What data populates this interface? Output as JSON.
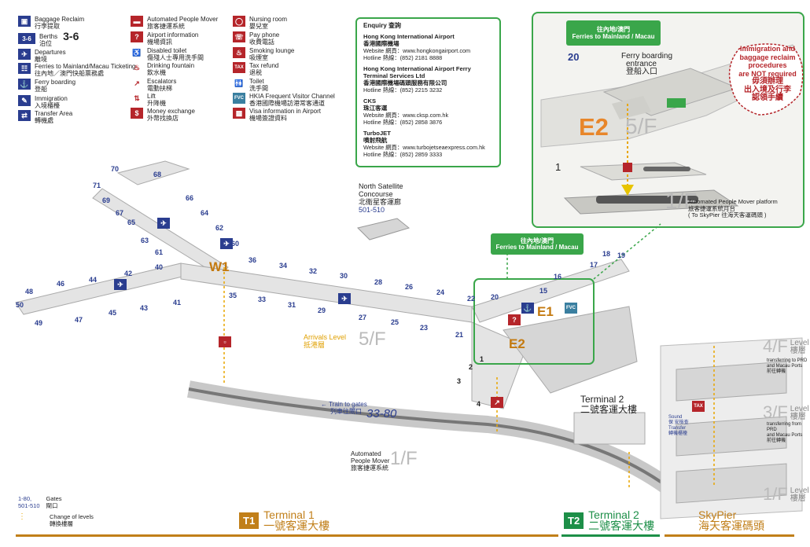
{
  "legend": {
    "col1": [
      {
        "icon": "baggage-icon",
        "en": "Baggage Reclaim",
        "zh": "行李提取"
      },
      {
        "icon": "berths-icon",
        "glyph": "3-6",
        "en": "Berths",
        "zh": "泊位",
        "extra": "3-6"
      },
      {
        "icon": "departures-icon",
        "en": "Departures",
        "zh": "離境"
      },
      {
        "icon": "ferries-ticketing-icon",
        "en": "Ferries to Mainland/Macau Ticketing",
        "zh": "往內地／澳門快船票務處"
      },
      {
        "icon": "ferry-boarding-icon",
        "en": "Ferry boarding",
        "zh": "登船"
      },
      {
        "icon": "immigration-icon",
        "en": "Immigration",
        "zh": "入境櫃檯"
      },
      {
        "icon": "transfer-area-icon",
        "en": "Transfer Area",
        "zh": "轉機處"
      }
    ],
    "col2": [
      {
        "icon": "apm-icon",
        "en": "Automated People Mover",
        "zh": "旅客捷運系統"
      },
      {
        "icon": "info-icon",
        "en": "Airport information",
        "zh": "機場資訊"
      },
      {
        "icon": "disabled-toilet-icon",
        "en": "Disabled toilet",
        "zh": "傷殘人士專用洗手間"
      },
      {
        "icon": "drinking-fountain-icon",
        "en": "Drinking fountain",
        "zh": "飲水機"
      },
      {
        "icon": "escalator-icon",
        "en": "Escalators",
        "zh": "電動扶梯"
      },
      {
        "icon": "lift-icon",
        "en": "Lift",
        "zh": "升降機"
      },
      {
        "icon": "money-exchange-icon",
        "en": "Money exchange",
        "zh": "外幣找換店"
      }
    ],
    "col3": [
      {
        "icon": "nursing-room-icon",
        "en": "Nursing room",
        "zh": "嬰兒室"
      },
      {
        "icon": "pay-phone-icon",
        "en": "Pay phone",
        "zh": "收費電話"
      },
      {
        "icon": "smoking-lounge-icon",
        "en": "Smoking lounge",
        "zh": "吸煙室"
      },
      {
        "icon": "tax-refund-icon",
        "glyph": "TAX",
        "en": "Tax refund",
        "zh": "退税"
      },
      {
        "icon": "toilet-icon",
        "en": "Toilet",
        "zh": "洗手間"
      },
      {
        "icon": "fvc-icon",
        "glyph": "FVC",
        "en": "HKIA Frequent Visitor Channel",
        "zh": "香港國際機場訪港常客通道"
      },
      {
        "icon": "visa-info-icon",
        "en": "Visa information in Airport",
        "zh": "機場簽證資料"
      }
    ]
  },
  "enquiry": {
    "title": "Enquiry 查詢",
    "sections": [
      {
        "name": "Hong Kong International Airport",
        "zh": "香港國際機場",
        "website": "Website 網頁：www.hongkongairport.com",
        "hotline": "Hotline 熱線：(852) 2181 8888"
      },
      {
        "name": "Hong Kong International Airport Ferry Terminal Services Ltd",
        "zh": "香港國際機場碼頭服務有限公司",
        "website": "",
        "hotline": "Hotline 熱線：(852) 2215 3232"
      },
      {
        "name": "CKS",
        "zh": "珠江客運",
        "website": "Website 網頁：www.cksp.com.hk",
        "hotline": "Hotline 熱線：(852) 2858 3876"
      },
      {
        "name": "TurboJET",
        "zh": "噴射飛航",
        "website": "Website 網頁：www.turbojetseaexpress.com.hk",
        "hotline": "Hotline 熱線：(852) 2859 3333"
      }
    ]
  },
  "zoom": {
    "gate": "20",
    "ferry_entrance_en": "Ferry boarding",
    "ferry_entrance_en2": "entrance",
    "ferry_entrance_zh": "登船入口",
    "e2": "E2",
    "level5": "5/F",
    "level1": "1/F",
    "gate1": "1",
    "apm_platform_en": "Automated People Mover platform",
    "apm_platform_zh": "旅客捷運系統月台",
    "apm_platform_note": "( To SkyPier 往海天客運碼頭 )",
    "bubble_en1": "Immigration and",
    "bubble_en2": "baggage reclaim",
    "bubble_en3": "procedures",
    "bubble_en4": "are NOT required",
    "bubble_zh1": "毋須辦理",
    "bubble_zh2": "出入境及行李",
    "bubble_zh3": "認領手續"
  },
  "ferries_sign": {
    "zh": "往內地/澳門",
    "en": "Ferries to",
    "en2": "Mainland / Macau"
  },
  "north_satellite": {
    "en1": "North Satellite",
    "en2": "Concourse",
    "zh": "北衞星客運廊",
    "gates": "501-510"
  },
  "map_labels": {
    "w1": "W1",
    "e1": "E1",
    "e2": "E2",
    "arrivals_en": "Arrivals Level",
    "arrivals_zh": "抵港層",
    "arrivals_level": "5/F",
    "train_en": "Train to gates",
    "train_zh": "列車往閘口",
    "train_range": "33-80",
    "apm_en1": "Automated",
    "apm_en2": "People Mover",
    "apm_zh": "旅客捷運系統",
    "apm_level": "1/F",
    "t2_en": "Terminal 2",
    "t2_zh": "二號客運大樓",
    "skypier_4f": "4/F",
    "skypier_3f": "3/F",
    "skypier_1f": "1/F",
    "level_en": "Level",
    "level_zh": "樓層",
    "to_prd_en": "transferring to PRD",
    "to_prd_en2": "and Macau Ports",
    "to_prd_zh": "前往轉機",
    "from_prd_en": "transferring from PRD",
    "from_prd_en2": "and Macau Ports",
    "from_prd_zh": "前往轉機",
    "sound_en": "Sound",
    "sound_zh": "保 安檢查",
    "transfer_en": "Transfer",
    "transfer_zh": "轉機櫃檯"
  },
  "gates": [
    "70",
    "68",
    "71",
    "69",
    "66",
    "67",
    "65",
    "64",
    "63",
    "62",
    "61",
    "60",
    "36",
    "34",
    "32",
    "30",
    "28",
    "26",
    "24",
    "22",
    "40",
    "42",
    "44",
    "46",
    "48",
    "50",
    "49",
    "47",
    "45",
    "43",
    "41",
    "35",
    "33",
    "31",
    "29",
    "27",
    "25",
    "23",
    "21",
    "20",
    "17",
    "18",
    "19",
    "16",
    "15",
    "1",
    "2",
    "3",
    "4"
  ],
  "bottom_legend": {
    "gates_label": "Gates",
    "gates_zh": "閘口",
    "gates_ranges1": "1-80,",
    "gates_ranges2": "501-510",
    "change_en": "Change of levels",
    "change_zh": "轉換樓層"
  },
  "terminals": [
    {
      "num": "T1",
      "en": "Terminal 1",
      "zh": "一號客運大樓",
      "color": "#c17f19"
    },
    {
      "num": "T2",
      "en": "Terminal 2",
      "zh": "二號客運大樓",
      "color": "#1d8f48"
    },
    {
      "en": "SkyPier",
      "zh": "海天客運碼頭",
      "color": "#c17f19"
    }
  ]
}
